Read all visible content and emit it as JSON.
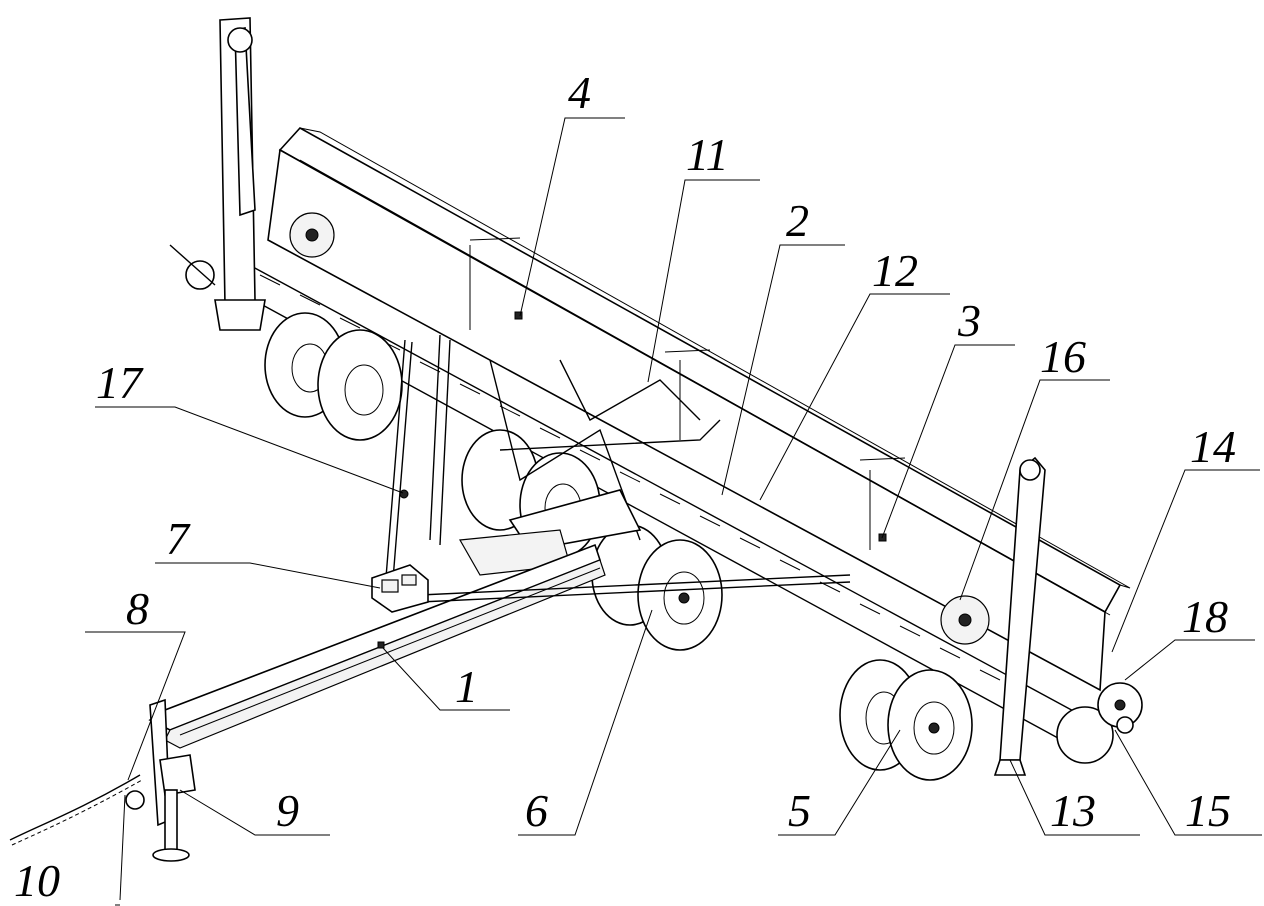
{
  "figure": {
    "colors": {
      "line": "#000000",
      "background": "#ffffff"
    },
    "callouts": [
      {
        "id": "1",
        "label": "1"
      },
      {
        "id": "2",
        "label": "2"
      },
      {
        "id": "3",
        "label": "3"
      },
      {
        "id": "4",
        "label": "4"
      },
      {
        "id": "5",
        "label": "5"
      },
      {
        "id": "6",
        "label": "6"
      },
      {
        "id": "7",
        "label": "7"
      },
      {
        "id": "8",
        "label": "8"
      },
      {
        "id": "9",
        "label": "9"
      },
      {
        "id": "10",
        "label": "10"
      },
      {
        "id": "11",
        "label": "11"
      },
      {
        "id": "12",
        "label": "12"
      },
      {
        "id": "13",
        "label": "13"
      },
      {
        "id": "14",
        "label": "14"
      },
      {
        "id": "15",
        "label": "15"
      },
      {
        "id": "16",
        "label": "16"
      },
      {
        "id": "17",
        "label": "17"
      },
      {
        "id": "18",
        "label": "18"
      }
    ]
  }
}
